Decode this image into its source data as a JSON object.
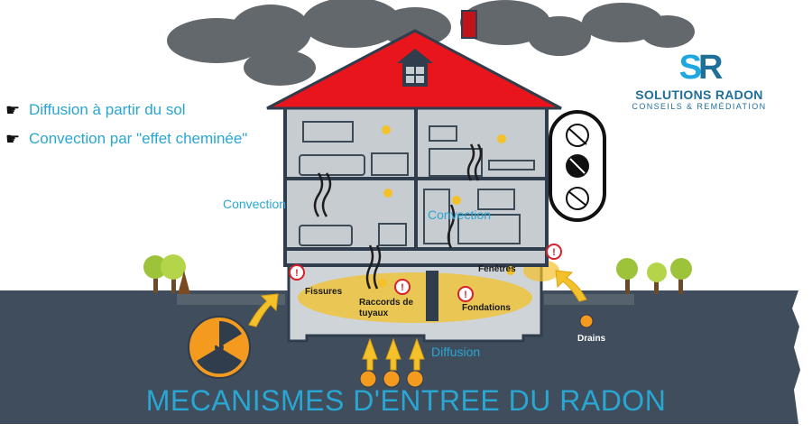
{
  "bullets": [
    {
      "text": "Diffusion à partir du sol",
      "icon": "pointing-hand-icon"
    },
    {
      "text": "Convection par \"effet cheminée\"",
      "icon": "pointing-hand-icon"
    }
  ],
  "logo": {
    "mark_s": "S",
    "mark_r": "R",
    "name": "SOLUTIONS RADON",
    "tagline": "CONSEILS & REMÉDIATION"
  },
  "labels": {
    "convection_left": "Convection",
    "convection_right": "Convection",
    "fissures": "Fissures",
    "raccords": "Raccords de tuyaux",
    "fondations": "Fondations",
    "fenetres": "Fenêtres",
    "drains": "Drains",
    "diffusion": "Diffusion"
  },
  "warning_icons": [
    "eye-crossed-icon",
    "no-smoking-icon",
    "no-breathing-icon"
  ],
  "title": "MECANISMES D'ENTREE DU RADON",
  "colors": {
    "roof": "#e8151c",
    "ground": "#3f4d5c",
    "radon_yellow": "#f3c12a",
    "accent_blue": "#2aa6d3",
    "house": "#c7ccd1"
  }
}
